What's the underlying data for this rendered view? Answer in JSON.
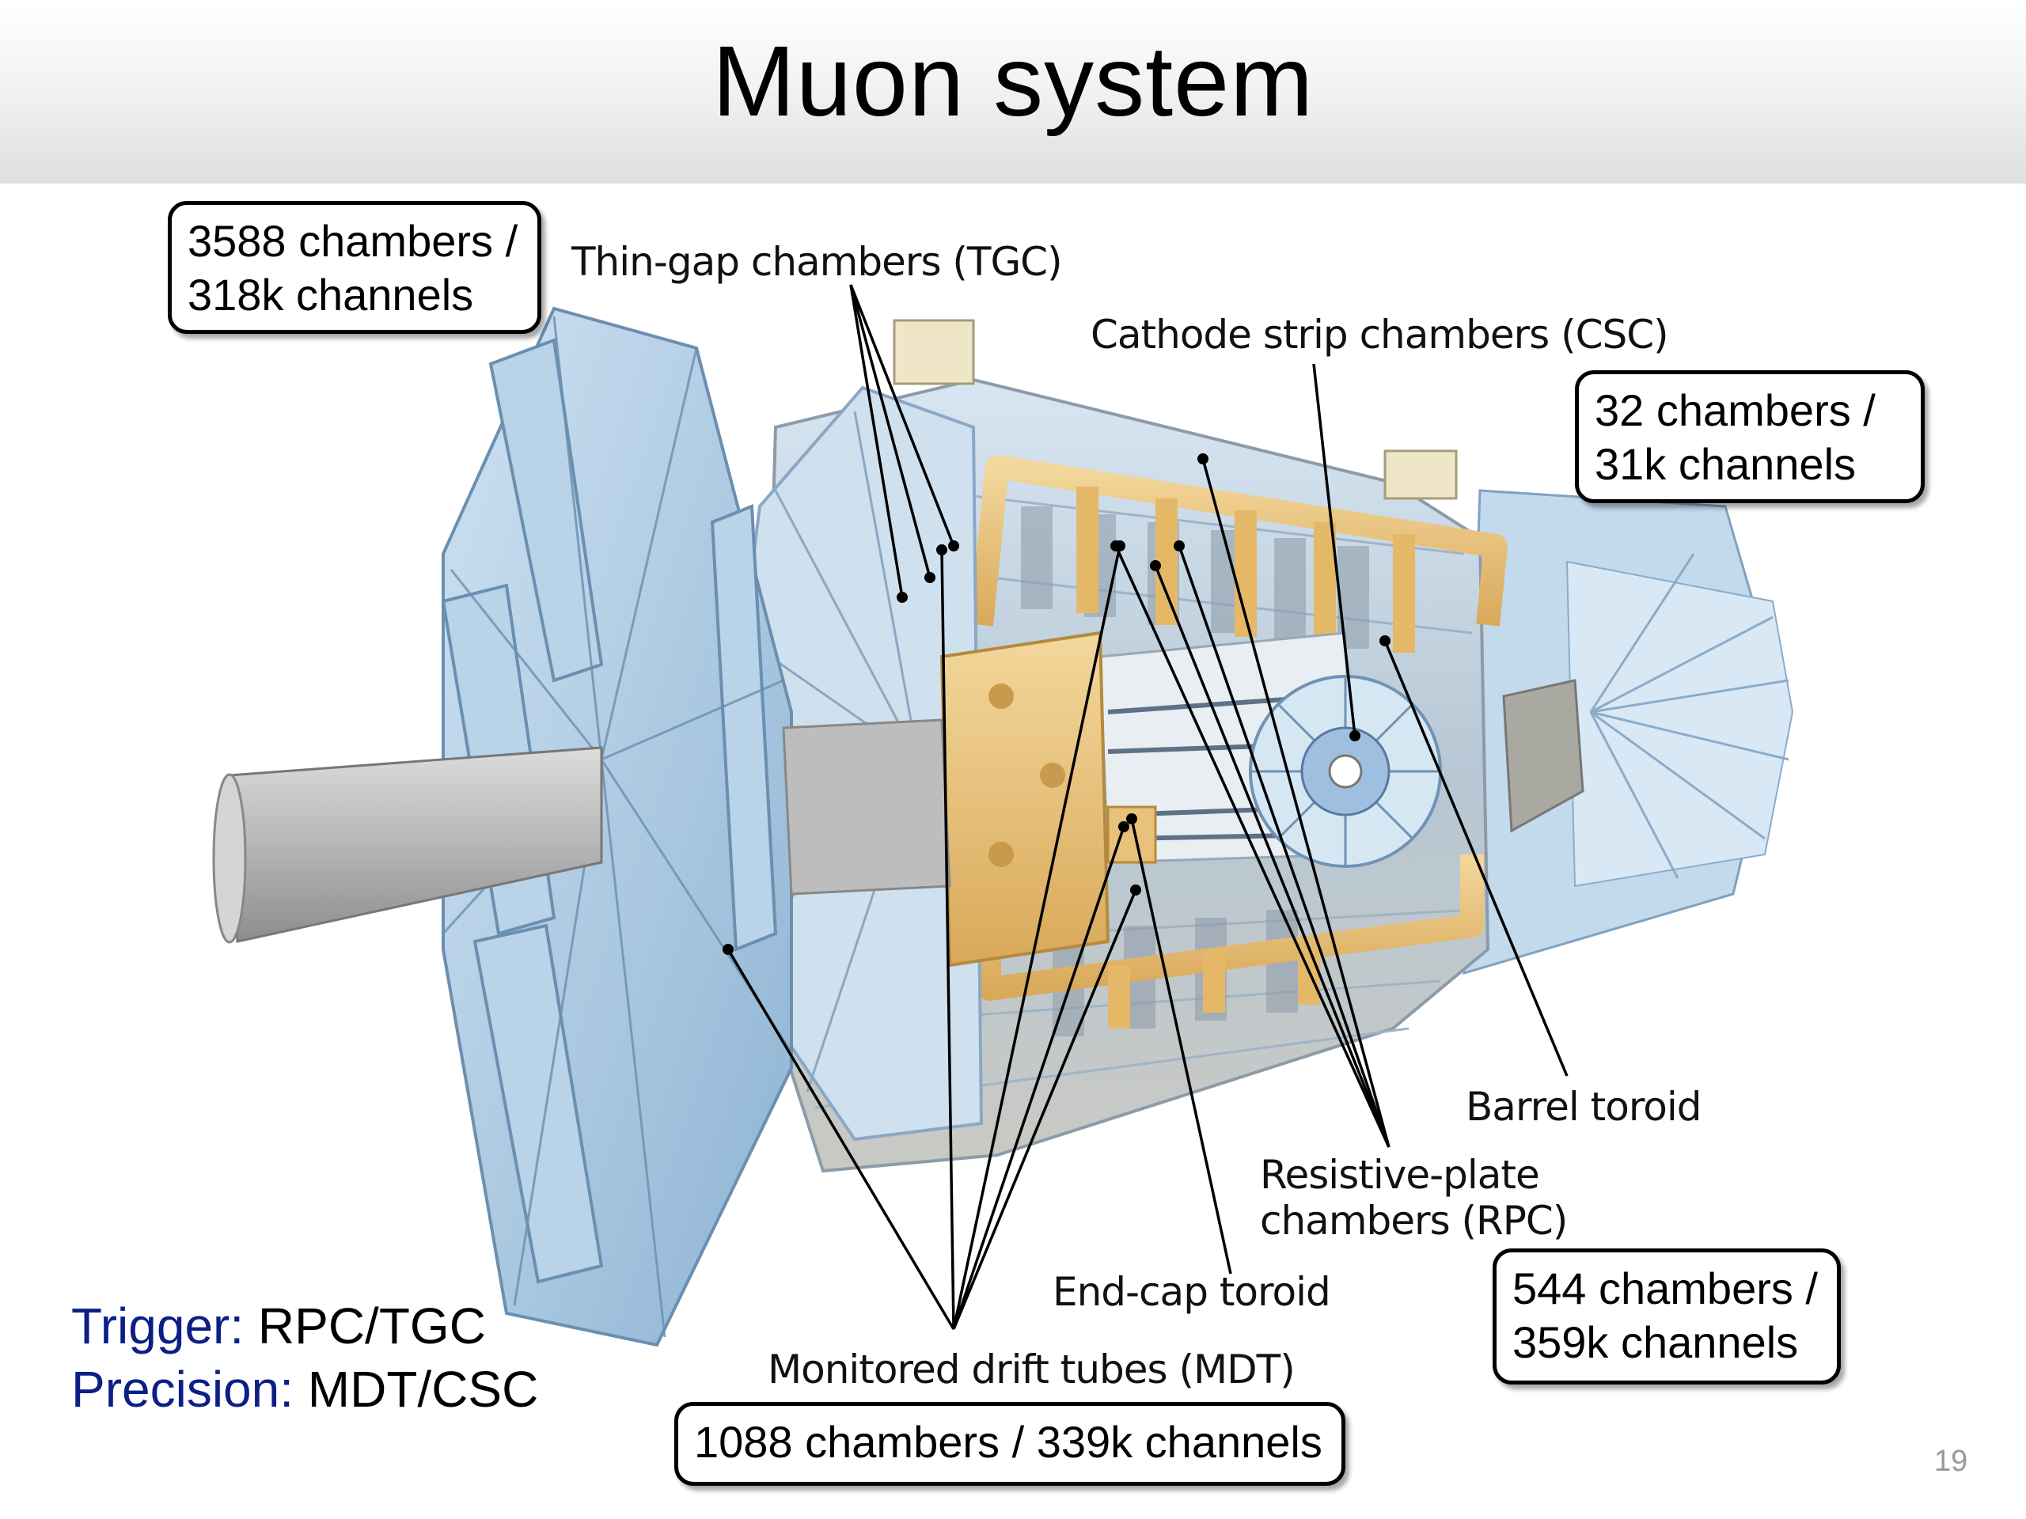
{
  "slide": {
    "title": "Muon system",
    "page_number": "19"
  },
  "boxes": {
    "tgc_count": [
      "3588 chambers /",
      "318k channels"
    ],
    "csc_count": [
      "32 chambers /",
      "31k channels"
    ],
    "rpc_count": [
      "544 chambers /",
      "359k channels"
    ],
    "mdt_count": "1088 chambers / 339k channels"
  },
  "labels": {
    "tgc": "Thin-gap chambers (TGC)",
    "csc": "Cathode strip chambers (CSC)",
    "barrel_toroid": "Barrel toroid",
    "rpc": [
      "Resistive-plate",
      "chambers (RPC)"
    ],
    "endcap_toroid": "End-cap toroid",
    "mdt": "Monitored drift tubes (MDT)"
  },
  "legend": {
    "trigger_key": "Trigger:",
    "trigger_value": "RPC/TGC",
    "precision_key": "Precision:",
    "precision_value": "MDT/CSC"
  },
  "colors": {
    "chamber_blue": "#a9c8e2",
    "chamber_light": "#d6e7f4",
    "toroid_gold": "#e8c27a",
    "structure_grey": "#c9ccce",
    "legend_key": "#0b1f86"
  }
}
